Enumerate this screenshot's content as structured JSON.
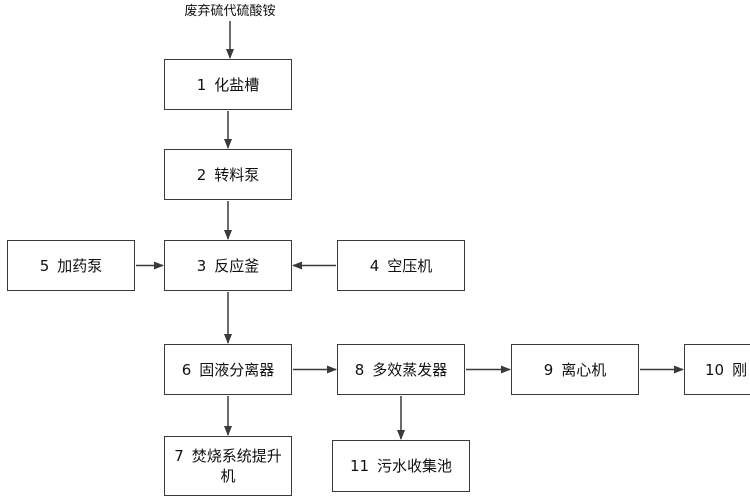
{
  "source_label": "废弃硫代硫酸铵",
  "nodes": {
    "n1": {
      "num": "1",
      "label": "化盐槽"
    },
    "n2": {
      "num": "2",
      "label": "转料泵"
    },
    "n3": {
      "num": "3",
      "label": "反应釜"
    },
    "n4": {
      "num": "4",
      "label": "空压机"
    },
    "n5": {
      "num": "5",
      "label": "加药泵"
    },
    "n6": {
      "num": "6",
      "label": "固液分离器"
    },
    "n7": {
      "num": "7",
      "label": "焚烧系统提升机"
    },
    "n8": {
      "num": "8",
      "label": "多效蒸发器"
    },
    "n9": {
      "num": "9",
      "label": "离心机"
    },
    "n10": {
      "num": "10",
      "label": "刚"
    },
    "n11": {
      "num": "11",
      "label": "污水收集池"
    }
  },
  "edges": [
    [
      "source",
      "n1"
    ],
    [
      "n1",
      "n2"
    ],
    [
      "n2",
      "n3"
    ],
    [
      "n5",
      "n3"
    ],
    [
      "n4",
      "n3"
    ],
    [
      "n3",
      "n6"
    ],
    [
      "n6",
      "n7"
    ],
    [
      "n6",
      "n8"
    ],
    [
      "n8",
      "n11"
    ],
    [
      "n8",
      "n9"
    ],
    [
      "n9",
      "n10"
    ]
  ],
  "colors": {
    "line": "#3a3a3a",
    "box_border": "#3a3a3a",
    "text": "#111111"
  }
}
